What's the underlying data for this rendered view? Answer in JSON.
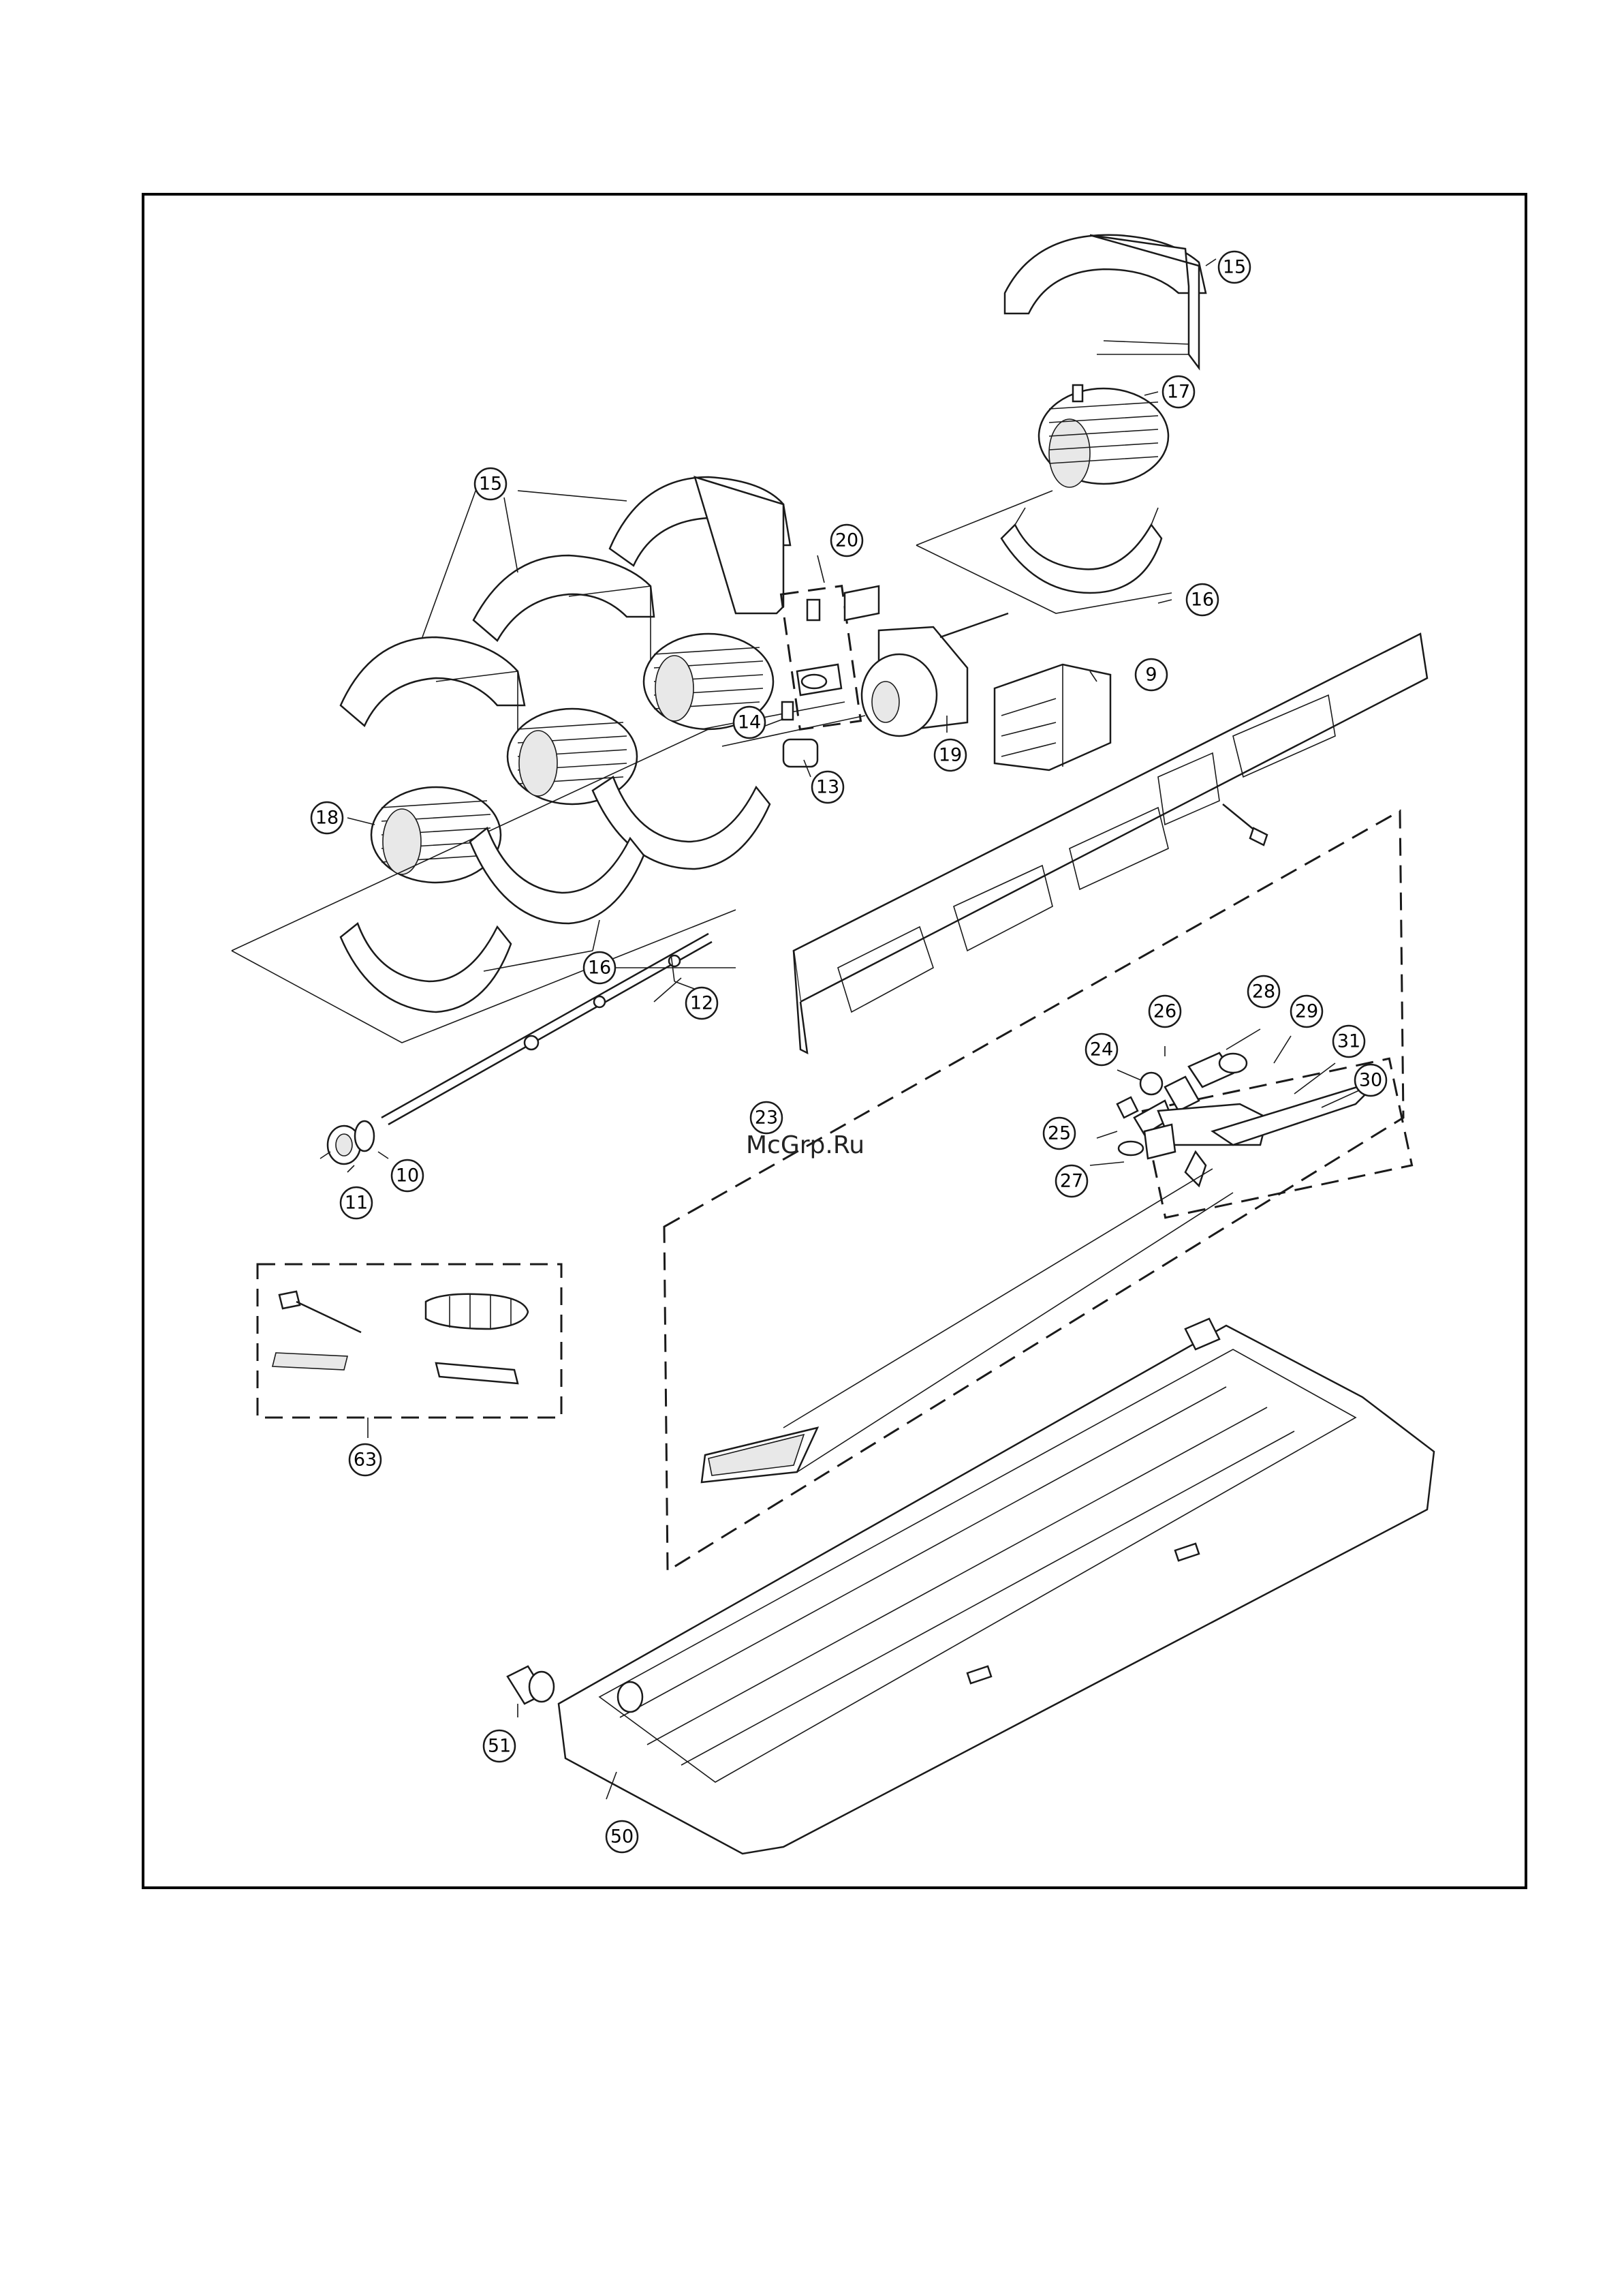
{
  "watermark": "McGrp.Ru",
  "callouts": [
    "15",
    "17",
    "16",
    "15",
    "20",
    "9",
    "18",
    "14",
    "13",
    "19",
    "16",
    "12",
    "26",
    "28",
    "29",
    "24",
    "31",
    "30",
    "23",
    "25",
    "27",
    "10",
    "11",
    "63",
    "51",
    "50"
  ]
}
